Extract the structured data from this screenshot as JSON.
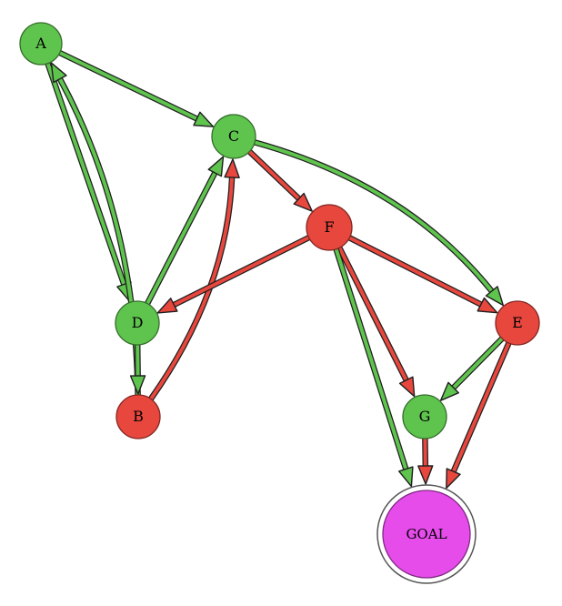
{
  "colors": {
    "green": "#5fc44e",
    "red": "#e8473e",
    "magenta": "#e64cea",
    "outline": "#1e1e1e"
  },
  "nodes": [
    {
      "id": "A",
      "label": "A",
      "color": "green"
    },
    {
      "id": "C",
      "label": "C",
      "color": "green"
    },
    {
      "id": "F",
      "label": "F",
      "color": "red"
    },
    {
      "id": "D",
      "label": "D",
      "color": "green"
    },
    {
      "id": "E",
      "label": "E",
      "color": "red"
    },
    {
      "id": "B",
      "label": "B",
      "color": "red"
    },
    {
      "id": "G",
      "label": "G",
      "color": "green"
    },
    {
      "id": "GOAL",
      "label": "GOAL",
      "color": "magenta"
    }
  ],
  "edges": [
    {
      "from": "A",
      "to": "C",
      "color": "green"
    },
    {
      "from": "A",
      "to": "D",
      "color": "green"
    },
    {
      "from": "B",
      "to": "A",
      "color": "green"
    },
    {
      "from": "D",
      "to": "C",
      "color": "green"
    },
    {
      "from": "B",
      "to": "C",
      "color": "red"
    },
    {
      "from": "D",
      "to": "B",
      "color": "green"
    },
    {
      "from": "C",
      "to": "F",
      "color": "red"
    },
    {
      "from": "C",
      "to": "E",
      "color": "green"
    },
    {
      "from": "F",
      "to": "D",
      "color": "red"
    },
    {
      "from": "F",
      "to": "E",
      "color": "red"
    },
    {
      "from": "F",
      "to": "G",
      "color": "red"
    },
    {
      "from": "F",
      "to": "GOAL",
      "color": "green"
    },
    {
      "from": "E",
      "to": "G",
      "color": "green"
    },
    {
      "from": "E",
      "to": "GOAL",
      "color": "red"
    },
    {
      "from": "G",
      "to": "GOAL",
      "color": "red"
    }
  ]
}
